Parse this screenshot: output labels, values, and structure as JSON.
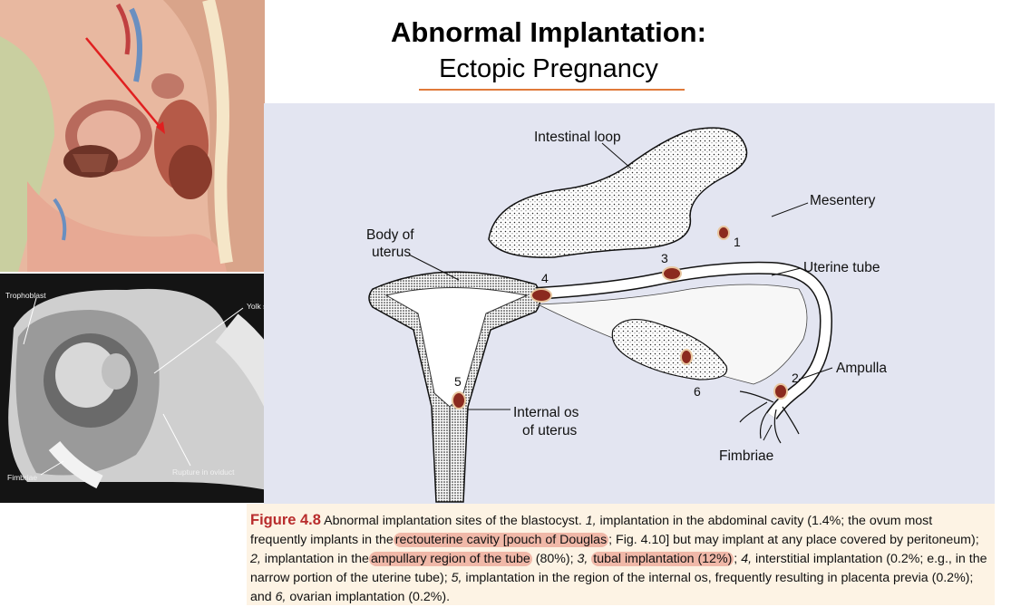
{
  "header": {
    "title": "Abnormal Implantation:",
    "subtitle": "Ectopic Pregnancy"
  },
  "photo_labels": {
    "trophoblast": "Trophoblast",
    "yolk_sac": "Yolk sac",
    "rupture": "Rupture in oviduct",
    "fimbriae": "Fimbriae"
  },
  "diagram_labels": {
    "intestinal_loop": "Intestinal loop",
    "mesentery": "Mesentery",
    "body_of_uterus_1": "Body of",
    "body_of_uterus_2": "uterus",
    "uterine_tube": "Uterine tube",
    "ampulla": "Ampulla",
    "internal_os_1": "Internal os",
    "internal_os_2": "of uterus",
    "fimbriae": "Fimbriae"
  },
  "site_numbers": [
    "1",
    "2",
    "3",
    "4",
    "5",
    "6"
  ],
  "caption": {
    "figure_label": "Figure 4.8",
    "p1": " Abnormal implantation sites of the blastocyst. ",
    "n1": "1,",
    "p2": " implantation in the abdominal cavity (1.4%; the ovum most frequently implants in the",
    "h1": "rectouterine cavity [pouch of Douglas",
    "p3": "; Fig. 4.10] but may implant at any place covered by peritoneum); ",
    "n2": "2,",
    "p4": " implantation in the",
    "h2": "ampullary region of the tube",
    "p5": " (80%); ",
    "n3": "3,",
    "h3": "tubal implantation (12%)",
    "p6": "; ",
    "n4": "4,",
    "p7": " interstitial implantation (0.2%; e.g., in the narrow portion of the uterine tube); ",
    "n5": "5,",
    "p8": " implantation in the region of the internal os, frequently resulting in placenta previa (0.2%); and ",
    "n6": "6,",
    "p9": " ovarian implantation (0.2%)."
  },
  "colors": {
    "title_underline": "#e07a3a",
    "figure_label": "#b82c2c",
    "highlight": "#f0b8a8",
    "diagram_bg": "#e3e5f1",
    "caption_bg": "#fdf3e4",
    "implant_site": "#8b2a1f"
  }
}
